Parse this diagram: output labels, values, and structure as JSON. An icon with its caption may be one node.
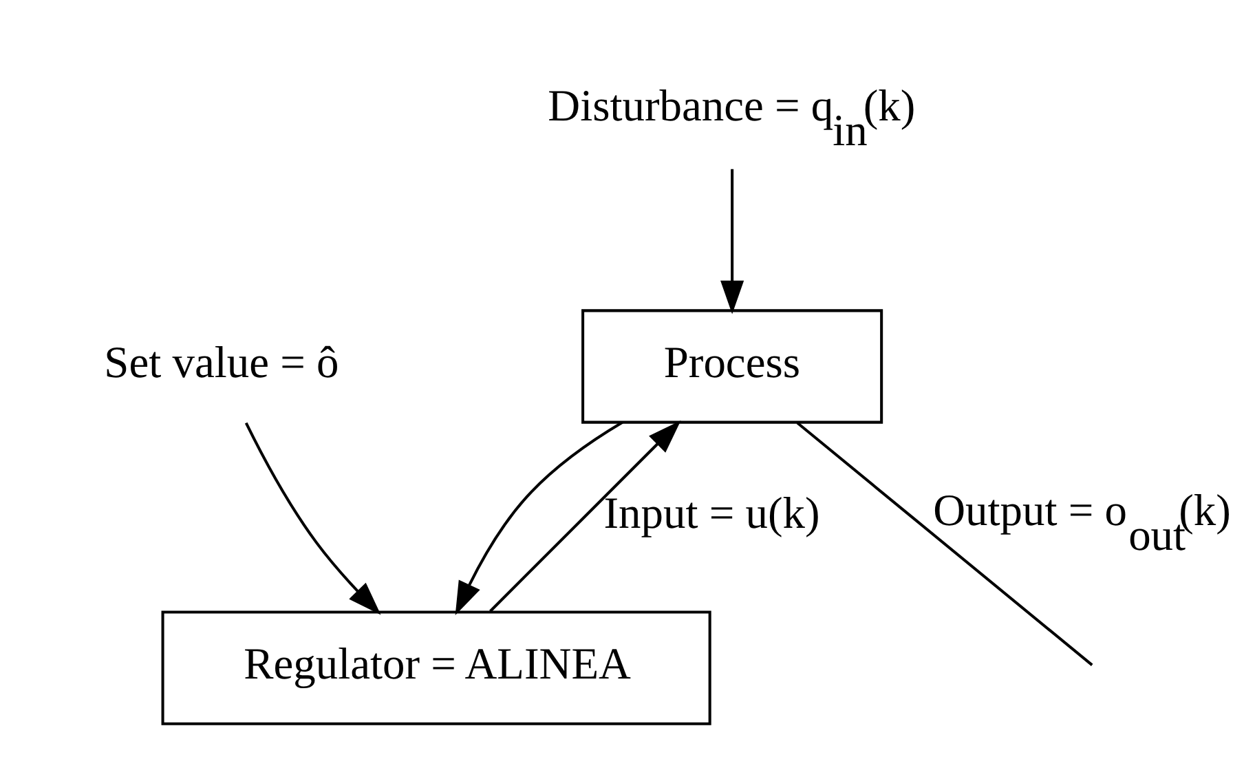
{
  "diagram": {
    "nodes": [
      {
        "text": [
          "Process"
        ]
      },
      {
        "text": [
          "Regulator = ALINEA"
        ]
      },
      {
        "text": [
          "Disturbance = q$_{in}$(k)"
        ]
      },
      {
        "text": [
          "Set value = ô"
        ]
      }
    ],
    "edges": [
      {
        "from": 2,
        "to": 0,
        "arrow": "to"
      },
      {
        "from": 0,
        "to": null,
        "arrow": "none",
        "label": "Output = o$_{out}$(k)"
      },
      {
        "from": 0,
        "to": 1,
        "arrow": "to"
      },
      {
        "from": 1,
        "to": 0,
        "arrow": "to",
        "label": "Input = u(k)"
      },
      {
        "from": 3,
        "to": 1,
        "arrow": "to"
      }
    ]
  }
}
